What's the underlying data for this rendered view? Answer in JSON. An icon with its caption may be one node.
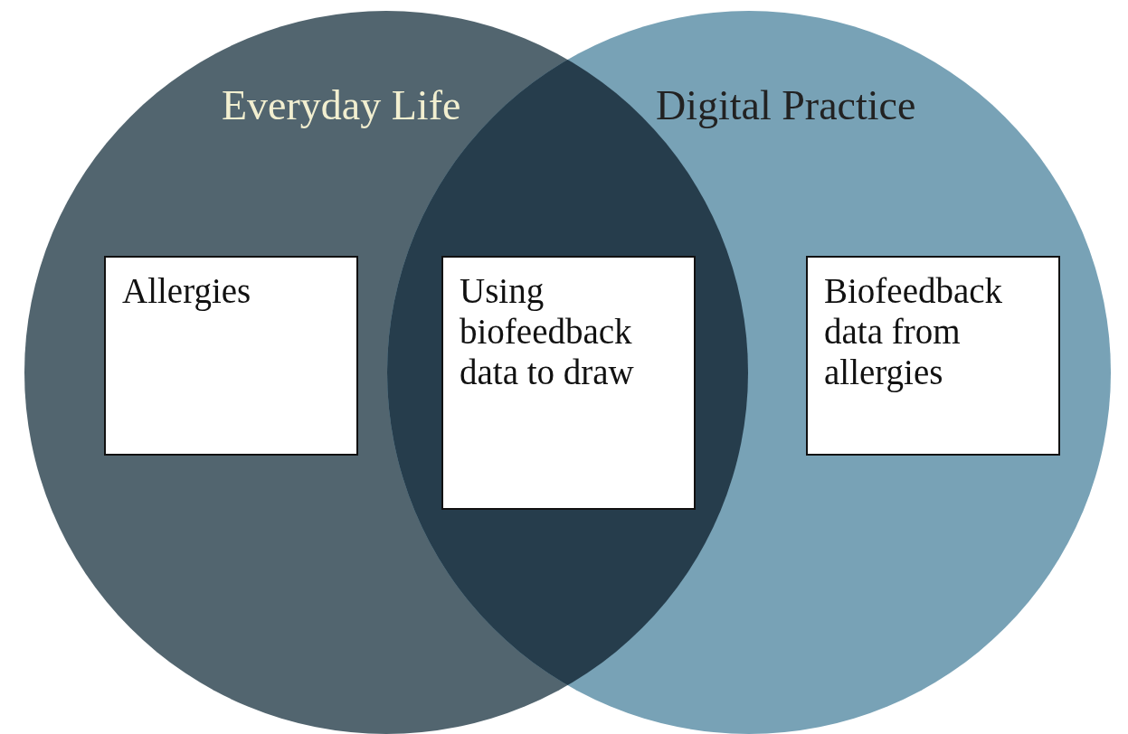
{
  "diagram": {
    "nodes": [
      {
        "text": [
          "Everyday Life"
        ]
      },
      {
        "text": [
          "Allergies"
        ],
        "in": 0
      },
      {
        "text": [
          "Using biofeedback data to draw"
        ]
      },
      {
        "text": [
          "Digital Practice"
        ]
      },
      {
        "text": [
          "Biofeedback data from allergies"
        ],
        "in": 3
      }
    ]
  }
}
